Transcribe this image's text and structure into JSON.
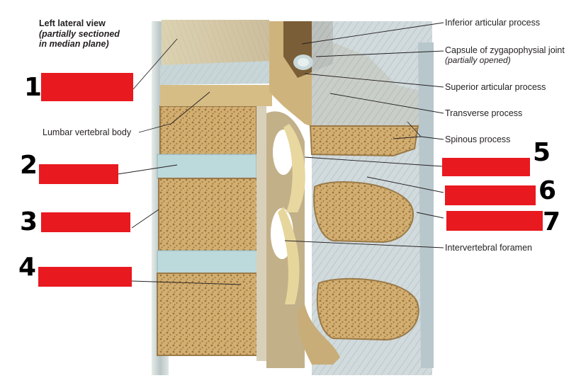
{
  "figure": {
    "view_title": "Left lateral view",
    "view_subtitle_line1": "(partially sectioned",
    "view_subtitle_line2": "in median plane)"
  },
  "labels": {
    "inferior_articular_process": "Inferior articular process",
    "capsule_zygapophysial": "Capsule of zygapophysial joint",
    "capsule_note": "(partially opened)",
    "superior_articular_process": "Superior articular process",
    "transverse_process": "Transverse process",
    "spinous_process": "Spinous process",
    "lumbar_vertebral_body": "Lumbar vertebral body",
    "intervertebral_foramen": "Intervertebral foramen"
  },
  "hidden_label_numbers": [
    "1",
    "2",
    "3",
    "4",
    "5",
    "6",
    "7"
  ],
  "colors": {
    "mask_red": "#e8191f",
    "disc_blue": "#bcd9dc",
    "bone": "#c9a46a",
    "ligament": "#c8d3d8"
  }
}
